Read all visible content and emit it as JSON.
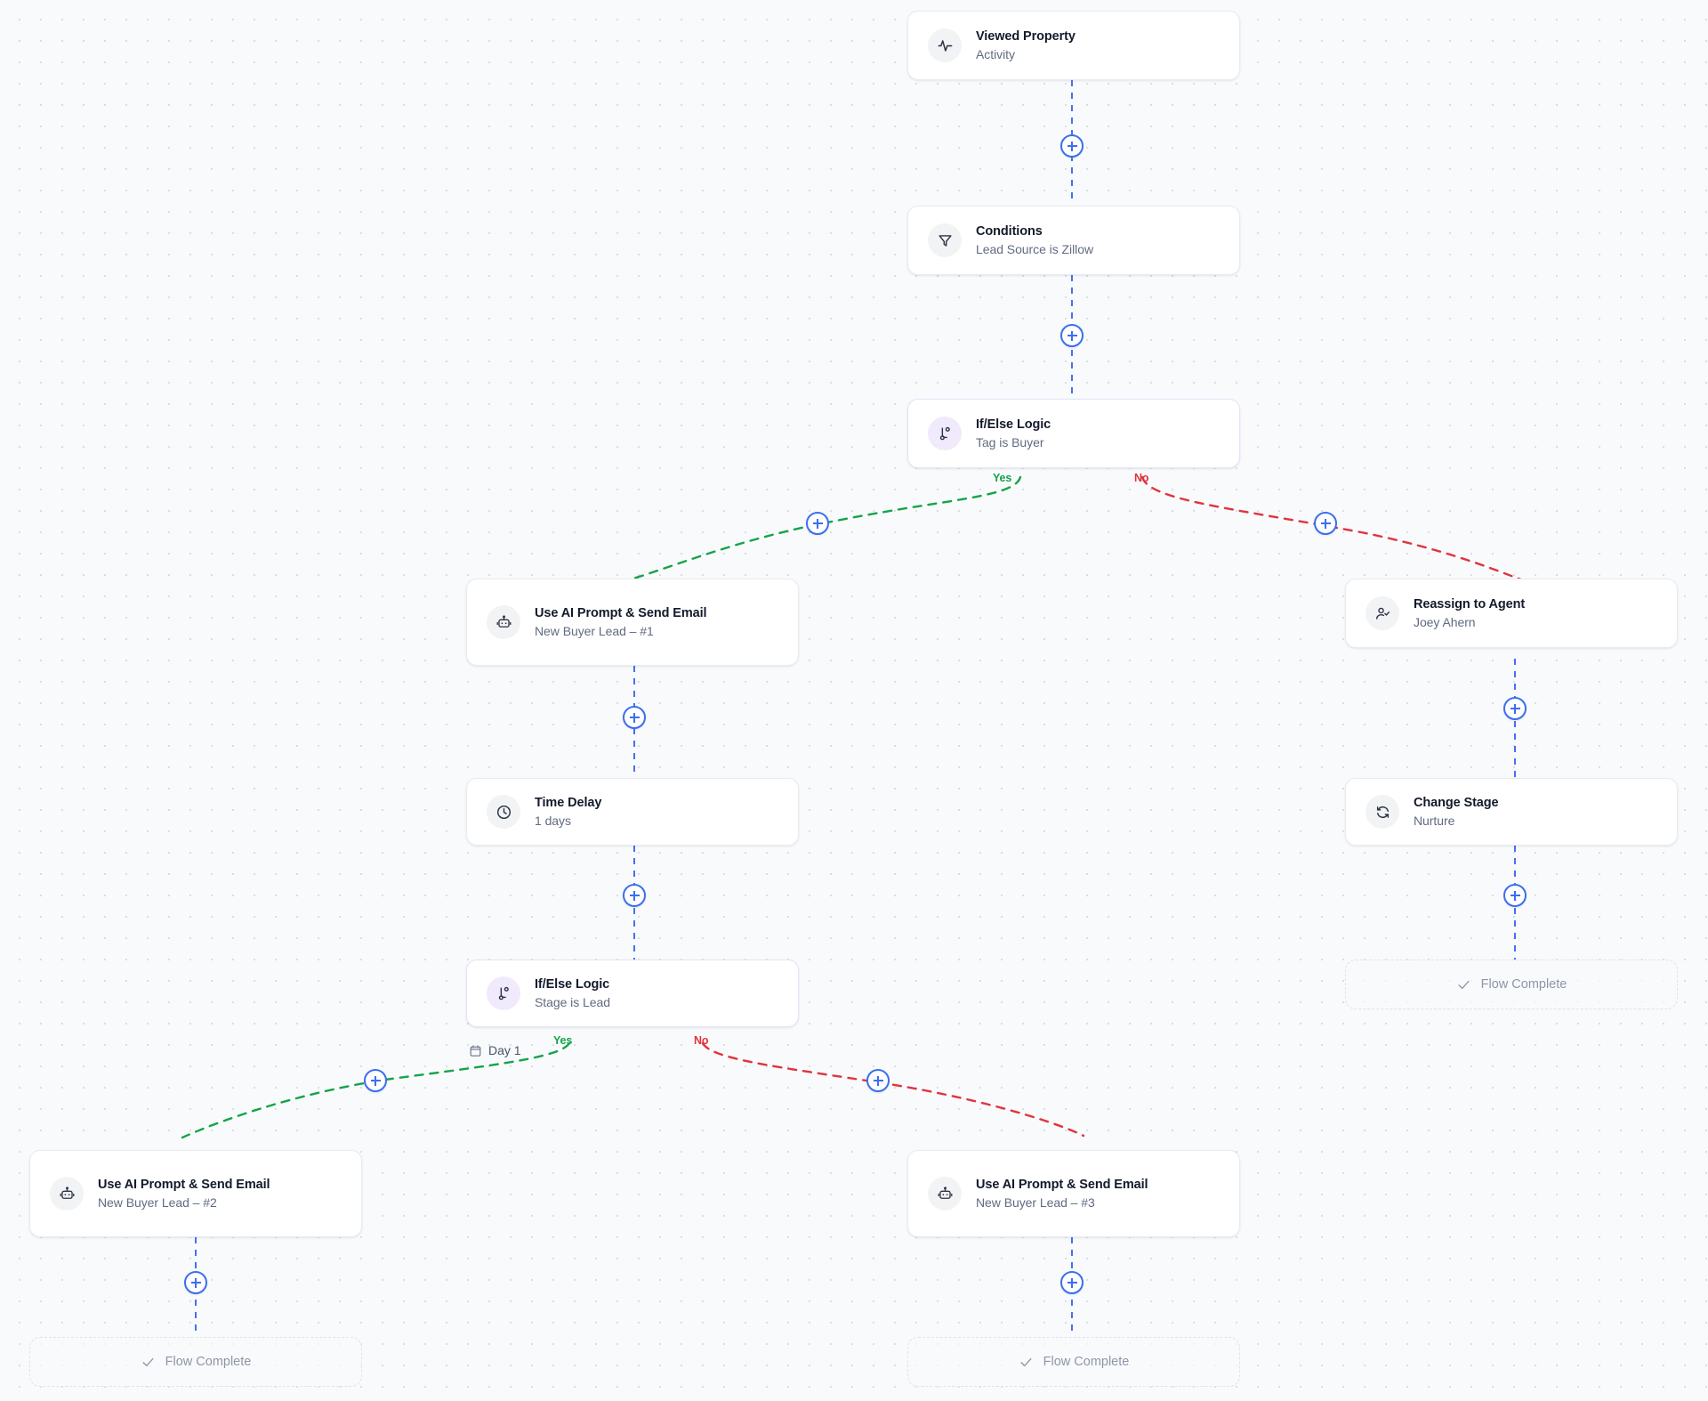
{
  "canvas": {
    "background_color": "#f8fafc",
    "dot_color": "#d3d8e0",
    "grid_spacing": 24
  },
  "colors": {
    "edge_default": "#4a6ff0",
    "edge_yes": "#16a34a",
    "edge_no": "#e0343c",
    "add_button": "#3b6ef0",
    "logic_accent": "#f0eafc",
    "terminal_text": "#8d96a8"
  },
  "nodes": {
    "viewed_property": {
      "title": "Viewed Property",
      "subtitle": "Activity",
      "icon": "activity-pulse-icon"
    },
    "conditions": {
      "title": "Conditions",
      "subtitle": "Lead Source is Zillow",
      "icon": "filter-funnel-icon"
    },
    "ifelse_1": {
      "title": "If/Else Logic",
      "subtitle": "Tag is Buyer",
      "icon": "branch-split-icon"
    },
    "ai_email_1": {
      "title": "Use AI Prompt & Send Email",
      "subtitle": "New Buyer Lead – #1",
      "icon": "robot-ai-icon"
    },
    "reassign_agent": {
      "title": "Reassign to Agent",
      "subtitle": "Joey Ahern",
      "icon": "user-check-icon"
    },
    "time_delay": {
      "title": "Time Delay",
      "subtitle": "1 days",
      "icon": "clock-icon"
    },
    "change_stage": {
      "title": "Change Stage",
      "subtitle": "Nurture",
      "icon": "refresh-cycle-icon"
    },
    "ifelse_2": {
      "title": "If/Else Logic",
      "subtitle": "Stage is Lead",
      "icon": "branch-split-icon"
    },
    "ai_email_2": {
      "title": "Use AI Prompt & Send Email",
      "subtitle": "New Buyer Lead – #2",
      "icon": "robot-ai-icon"
    },
    "ai_email_3": {
      "title": "Use AI Prompt & Send Email",
      "subtitle": "New Buyer Lead – #3",
      "icon": "robot-ai-icon"
    }
  },
  "terminals": {
    "right": {
      "label": "Flow Complete",
      "icon": "check-icon"
    },
    "bottom_left": {
      "label": "Flow Complete",
      "icon": "check-icon"
    },
    "bottom_mid": {
      "label": "Flow Complete",
      "icon": "check-icon"
    }
  },
  "branch_labels": {
    "ifelse_1_yes": "Yes",
    "ifelse_1_no": "No",
    "ifelse_2_yes": "Yes",
    "ifelse_2_no": "No"
  },
  "badges": {
    "day_marker": "Day 1"
  },
  "add_buttons": {
    "label": "+"
  }
}
